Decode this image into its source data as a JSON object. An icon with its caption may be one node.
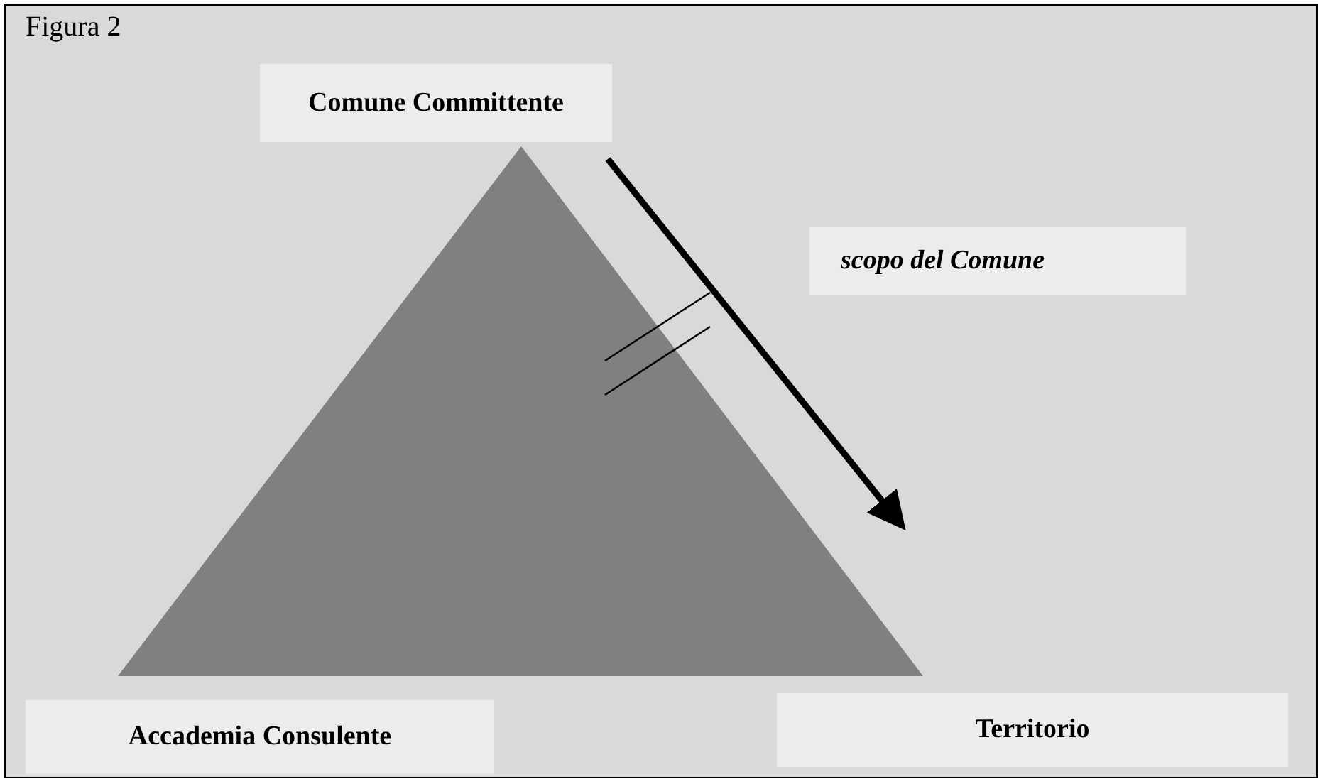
{
  "diagram": {
    "title": "Figura 2",
    "nodes": [
      {
        "text": [
          "Comune Committente"
        ]
      },
      {
        "text": [
          "scopo del Comune"
        ]
      },
      {
        "text": [
          "Accademia Consulente"
        ]
      },
      {
        "text": [
          "Territorio"
        ]
      }
    ]
  }
}
